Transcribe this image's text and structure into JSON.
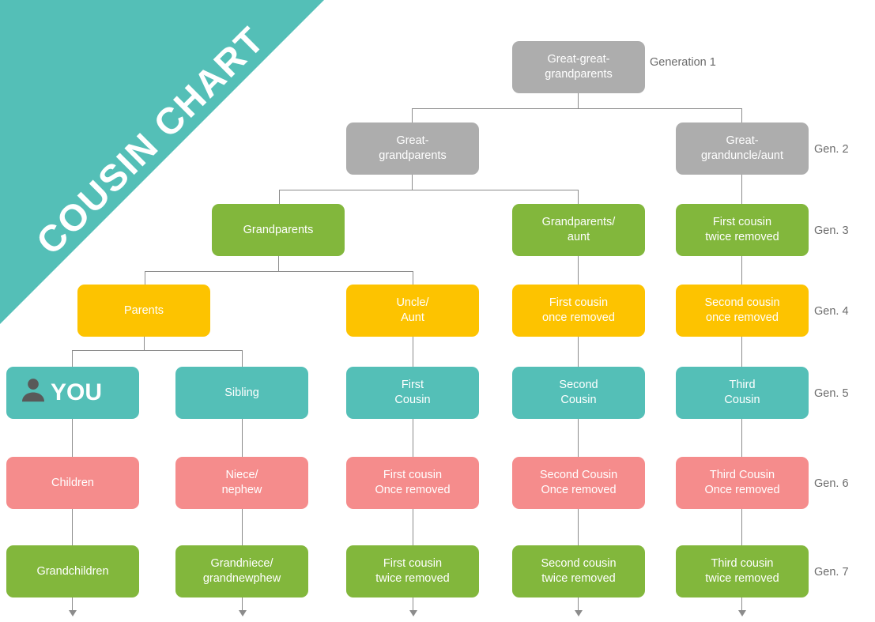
{
  "banner": {
    "title": "COUSIN CHART",
    "color": "#54BFB7"
  },
  "palette": {
    "gray": "#ADADAD",
    "green": "#82B73C",
    "yellow": "#FDC300",
    "teal": "#54BFB7",
    "pink": "#F58C8C",
    "connector": "#8c8c8c",
    "label_text": "#6b6b6b",
    "node_text": "#ffffff"
  },
  "chart_data": {
    "type": "diagram",
    "title": "COUSIN CHART",
    "generations": [
      {
        "label": "Generation 1",
        "color": "#ADADAD"
      },
      {
        "label": "Gen. 2",
        "color": "#ADADAD"
      },
      {
        "label": "Gen. 3",
        "color": "#82B73C"
      },
      {
        "label": "Gen. 4",
        "color": "#FDC300"
      },
      {
        "label": "Gen. 5",
        "color": "#54BFB7"
      },
      {
        "label": "Gen. 6",
        "color": "#F58C8C"
      },
      {
        "label": "Gen. 7",
        "color": "#82B73C"
      }
    ],
    "nodes": {
      "g1_root": {
        "lines": [
          "Great-great-",
          "grandparents"
        ]
      },
      "g2_col2": {
        "lines": [
          "Great-",
          "grandparents"
        ]
      },
      "g2_col5": {
        "lines": [
          "Great-",
          "granduncle/aunt"
        ]
      },
      "g3_col2": {
        "lines": [
          "Grandparents"
        ]
      },
      "g3_col4": {
        "lines": [
          "Grandparents/",
          "aunt"
        ]
      },
      "g3_col5": {
        "lines": [
          "First cousin",
          "twice removed"
        ]
      },
      "g4_col1": {
        "lines": [
          "Parents"
        ]
      },
      "g4_col3": {
        "lines": [
          "Uncle/",
          "Aunt"
        ]
      },
      "g4_col4": {
        "lines": [
          "First cousin",
          "once removed"
        ]
      },
      "g4_col5": {
        "lines": [
          "Second cousin",
          "once removed"
        ]
      },
      "g5_col1": {
        "lines": [
          "YOU"
        ]
      },
      "g5_col2": {
        "lines": [
          "Sibling"
        ]
      },
      "g5_col3": {
        "lines": [
          "First",
          "Cousin"
        ]
      },
      "g5_col4": {
        "lines": [
          "Second",
          "Cousin"
        ]
      },
      "g5_col5": {
        "lines": [
          "Third",
          "Cousin"
        ]
      },
      "g6_col1": {
        "lines": [
          "Children"
        ]
      },
      "g6_col2": {
        "lines": [
          "Niece/",
          "nephew"
        ]
      },
      "g6_col3": {
        "lines": [
          "First cousin",
          "Once removed"
        ]
      },
      "g6_col4": {
        "lines": [
          "Second Cousin",
          "Once removed"
        ]
      },
      "g6_col5": {
        "lines": [
          "Third Cousin",
          "Once removed"
        ]
      },
      "g7_col1": {
        "lines": [
          "Grandchildren"
        ]
      },
      "g7_col2": {
        "lines": [
          "Grandniece/",
          "grandnewphew"
        ]
      },
      "g7_col3": {
        "lines": [
          "First cousin",
          "twice removed"
        ]
      },
      "g7_col4": {
        "lines": [
          "Second cousin",
          "twice removed"
        ]
      },
      "g7_col5": {
        "lines": [
          "Third cousin",
          "twice removed"
        ]
      }
    }
  },
  "nodes": {
    "g1_root_l1": "Great-great-",
    "g1_root_l2": "grandparents",
    "g2_col2_l1": "Great-",
    "g2_col2_l2": "grandparents",
    "g2_col5_l1": "Great-",
    "g2_col5_l2": "granduncle/aunt",
    "g3_col2_l1": "Grandparents",
    "g3_col4_l1": "Grandparents/",
    "g3_col4_l2": "aunt",
    "g3_col5_l1": "First cousin",
    "g3_col5_l2": "twice removed",
    "g4_col1_l1": "Parents",
    "g4_col3_l1": "Uncle/",
    "g4_col3_l2": "Aunt",
    "g4_col4_l1": "First cousin",
    "g4_col4_l2": "once removed",
    "g4_col5_l1": "Second cousin",
    "g4_col5_l2": "once removed",
    "g5_col1_l1": "YOU",
    "g5_col2_l1": "Sibling",
    "g5_col3_l1": "First",
    "g5_col3_l2": "Cousin",
    "g5_col4_l1": "Second",
    "g5_col4_l2": "Cousin",
    "g5_col5_l1": "Third",
    "g5_col5_l2": "Cousin",
    "g6_col1_l1": "Children",
    "g6_col2_l1": "Niece/",
    "g6_col2_l2": "nephew",
    "g6_col3_l1": "First cousin",
    "g6_col3_l2": "Once removed",
    "g6_col4_l1": "Second Cousin",
    "g6_col4_l2": "Once removed",
    "g6_col5_l1": "Third Cousin",
    "g6_col5_l2": "Once removed",
    "g7_col1_l1": "Grandchildren",
    "g7_col2_l1": "Grandniece/",
    "g7_col2_l2": "grandnewphew",
    "g7_col3_l1": "First cousin",
    "g7_col3_l2": "twice removed",
    "g7_col4_l1": "Second cousin",
    "g7_col4_l2": "twice removed",
    "g7_col5_l1": "Third cousin",
    "g7_col5_l2": "twice removed"
  },
  "gen_labels": {
    "g1": "Generation 1",
    "g2": "Gen. 2",
    "g3": "Gen. 3",
    "g4": "Gen. 4",
    "g5": "Gen. 5",
    "g6": "Gen. 6",
    "g7": "Gen. 7"
  },
  "icons": {
    "you": "person-icon"
  }
}
